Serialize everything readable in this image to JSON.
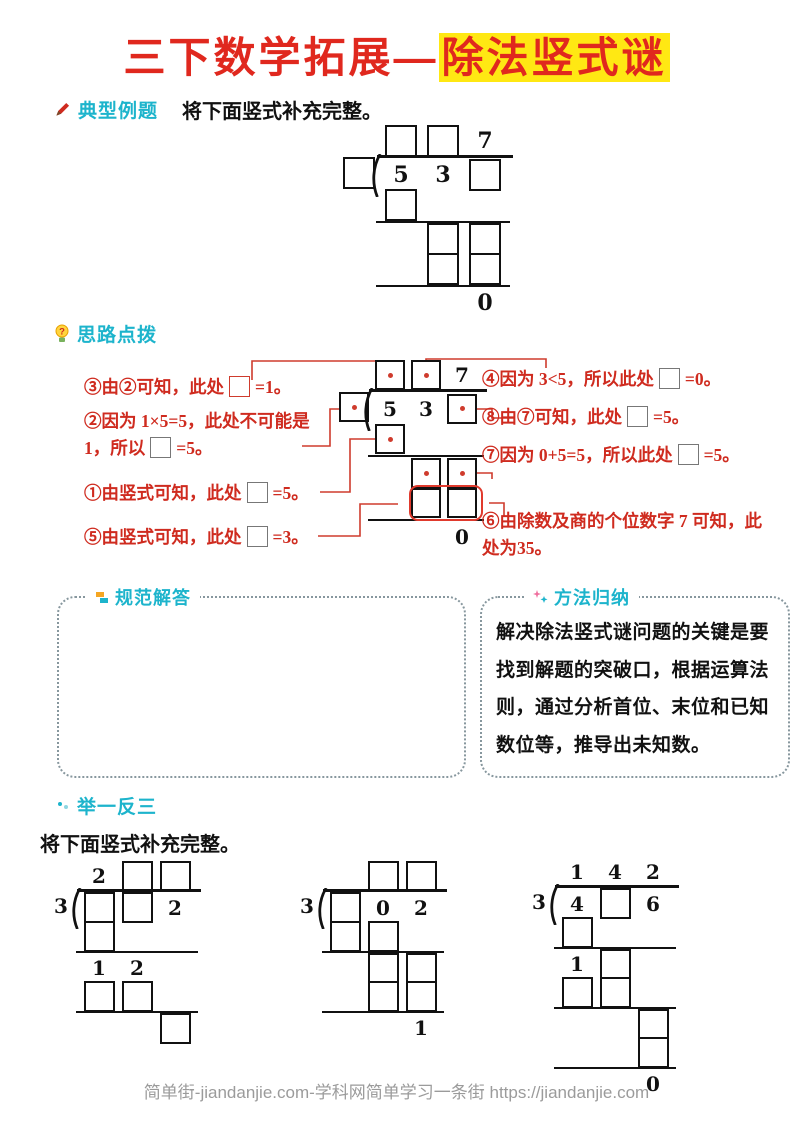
{
  "title": {
    "plain": "三下数学拓展—",
    "highlight": "除法竖式谜"
  },
  "sections": {
    "example_label": "典型例题",
    "example_instruction": "将下面竖式补充完整。",
    "hints_label": "思路点拨",
    "answer_label": "规范解答",
    "method_label": "方法归纳",
    "method_text": "解决除法竖式谜问题的关键是要找到解题的突破口，根据运算法则，通过分析首位、末位和已知数位等，推导出未知数。",
    "practice_label": "举一反三",
    "practice_instruction": "将下面竖式补充完整。"
  },
  "hints": {
    "left": [
      {
        "pre": "③由②可知，此处",
        "box": true,
        "box_color": "#cf3b2d",
        "post": "=1。"
      },
      {
        "pre": "②因为 1×5=5，此处不可能是 1，所以",
        "box": true,
        "post": "=5。"
      },
      {
        "pre": "①由竖式可知，此处",
        "box": true,
        "post": "=5。"
      },
      {
        "pre": "⑤由竖式可知，此处",
        "box": true,
        "post": "=3。"
      }
    ],
    "right": [
      {
        "pre": "④因为 3<5，所以此处",
        "box": true,
        "post": "=0。"
      },
      {
        "pre": "⑧由⑦可知，此处",
        "box": true,
        "post": "=5。"
      },
      {
        "pre": "⑦因为 0+5=5，所以此处",
        "box": true,
        "post": "=5。"
      },
      {
        "pre": "⑥由除数及商的个位数字 7 可知，此处为35。",
        "box": false,
        "post": ""
      }
    ]
  },
  "divisions": {
    "example": {
      "rows": [
        {
          "cells": [
            "",
            "bx",
            "bx",
            "7"
          ]
        },
        {
          "cells": [
            "bx",
            "5",
            "3",
            "bx"
          ],
          "bracket": true
        },
        {
          "cells": [
            "",
            "bx",
            "",
            ""
          ]
        },
        {
          "line": [
            1,
            4
          ]
        },
        {
          "cells": [
            "",
            "",
            "bx",
            "bx"
          ]
        },
        {
          "cells": [
            "",
            "",
            "bx",
            "bx"
          ]
        },
        {
          "line": [
            1,
            4
          ]
        },
        {
          "cells": [
            "",
            "",
            "",
            "0"
          ]
        }
      ]
    },
    "hint_diagram": {
      "rows": [
        {
          "cells": [
            "",
            "bd",
            "bd",
            "7"
          ]
        },
        {
          "cells": [
            "bd",
            "5",
            "3",
            "bd"
          ],
          "bracket": true
        },
        {
          "cells": [
            "",
            "bd",
            "",
            ""
          ]
        },
        {
          "line": [
            1,
            4
          ]
        },
        {
          "cells": [
            "",
            "",
            "bd",
            "bd"
          ]
        },
        {
          "cells": [
            "",
            "",
            "bx",
            "bx"
          ],
          "redRect": true
        },
        {
          "line": [
            1,
            4
          ]
        },
        {
          "cells": [
            "",
            "",
            "",
            "0"
          ]
        }
      ]
    },
    "practice1": {
      "rows": [
        {
          "cells": [
            "",
            "2",
            "bx",
            "bx"
          ]
        },
        {
          "cells": [
            "3",
            "bx",
            "bx",
            "2"
          ],
          "bracket": true
        },
        {
          "cells": [
            "",
            "bx",
            "",
            ""
          ]
        },
        {
          "line": [
            1,
            4
          ]
        },
        {
          "cells": [
            "",
            "1",
            "2",
            ""
          ]
        },
        {
          "cells": [
            "",
            "bx",
            "bx",
            ""
          ]
        },
        {
          "line": [
            1,
            4
          ]
        },
        {
          "cells": [
            "",
            "",
            "",
            "bx"
          ]
        }
      ]
    },
    "practice2": {
      "rows": [
        {
          "cells": [
            "",
            "",
            "bx",
            "bx"
          ]
        },
        {
          "cells": [
            "3",
            "bx",
            "0",
            "2"
          ],
          "bracket": true
        },
        {
          "cells": [
            "",
            "bx",
            "bx",
            ""
          ]
        },
        {
          "line": [
            1,
            4
          ]
        },
        {
          "cells": [
            "",
            "",
            "bx",
            "bx"
          ]
        },
        {
          "cells": [
            "",
            "",
            "bx",
            "bx"
          ]
        },
        {
          "line": [
            1,
            4
          ]
        },
        {
          "cells": [
            "",
            "",
            "",
            "1"
          ]
        }
      ]
    },
    "practice3": {
      "rows": [
        {
          "cells": [
            "",
            "1",
            "4",
            "2"
          ]
        },
        {
          "cells": [
            "3",
            "4",
            "bx",
            "6"
          ],
          "bracket": true
        },
        {
          "cells": [
            "",
            "bx",
            "",
            ""
          ]
        },
        {
          "line": [
            1,
            4
          ]
        },
        {
          "cells": [
            "",
            "1",
            "bx",
            ""
          ]
        },
        {
          "cells": [
            "",
            "bx",
            "bx",
            ""
          ]
        },
        {
          "line": [
            1,
            4
          ]
        },
        {
          "cells": [
            "",
            "",
            "",
            "bx"
          ]
        },
        {
          "cells": [
            "",
            "",
            "",
            "bx"
          ]
        },
        {
          "line": [
            1,
            4
          ]
        },
        {
          "cells": [
            "",
            "",
            "",
            "0"
          ]
        }
      ]
    }
  },
  "colors": {
    "title_red": "#e0281e",
    "highlight_yellow": "#ffe813",
    "heading_teal": "#1db4cc",
    "annotation_red": "#cf2b1f"
  },
  "footer": {
    "watermark": "简单街-jiandanjie.com-学科网简单学习一条街 https://jiandanjie.com"
  }
}
